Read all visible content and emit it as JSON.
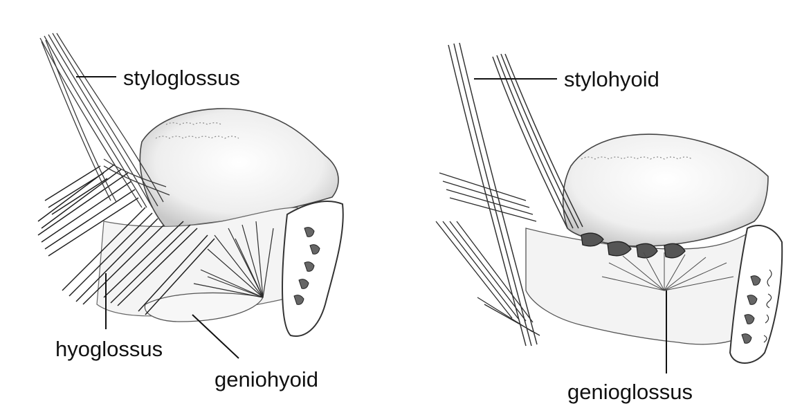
{
  "labels": {
    "styloglossus": "styloglossus",
    "hyoglossus": "hyoglossus",
    "geniohyoid": "geniohyoid",
    "stylohyoid": "stylohyoid",
    "genioglossus": "genioglossus"
  },
  "colors": {
    "ink": "#111111",
    "sketch": "#3a3a3a",
    "shade": "#9a9a9a",
    "background": "#ffffff"
  }
}
